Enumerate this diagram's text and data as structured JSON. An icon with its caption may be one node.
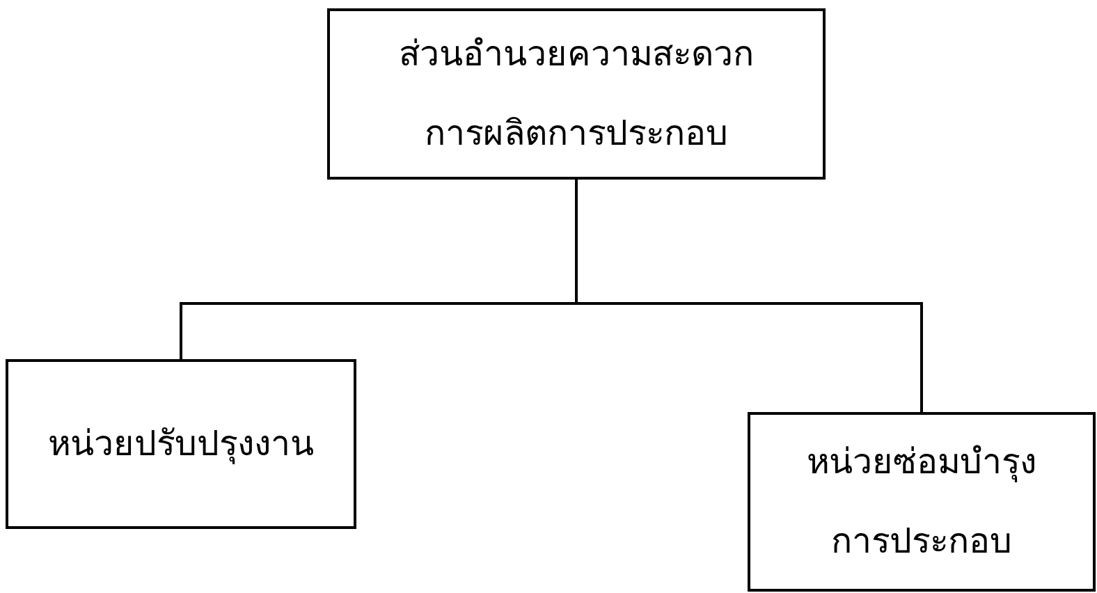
{
  "diagram": {
    "nodes": [
      {
        "text": [
          "ส่วนอำนวยความสะดวก การผลิตการประกอบ"
        ]
      },
      {
        "text": [
          "หน่วยปรับปรุงงาน"
        ]
      },
      {
        "text": [
          "หน่วยซ่อมบำรุง การประกอบ"
        ]
      }
    ],
    "edges": [
      {
        "from": 0,
        "to": 1,
        "arrow": "none"
      },
      {
        "from": 0,
        "to": 2,
        "arrow": "none"
      }
    ]
  }
}
